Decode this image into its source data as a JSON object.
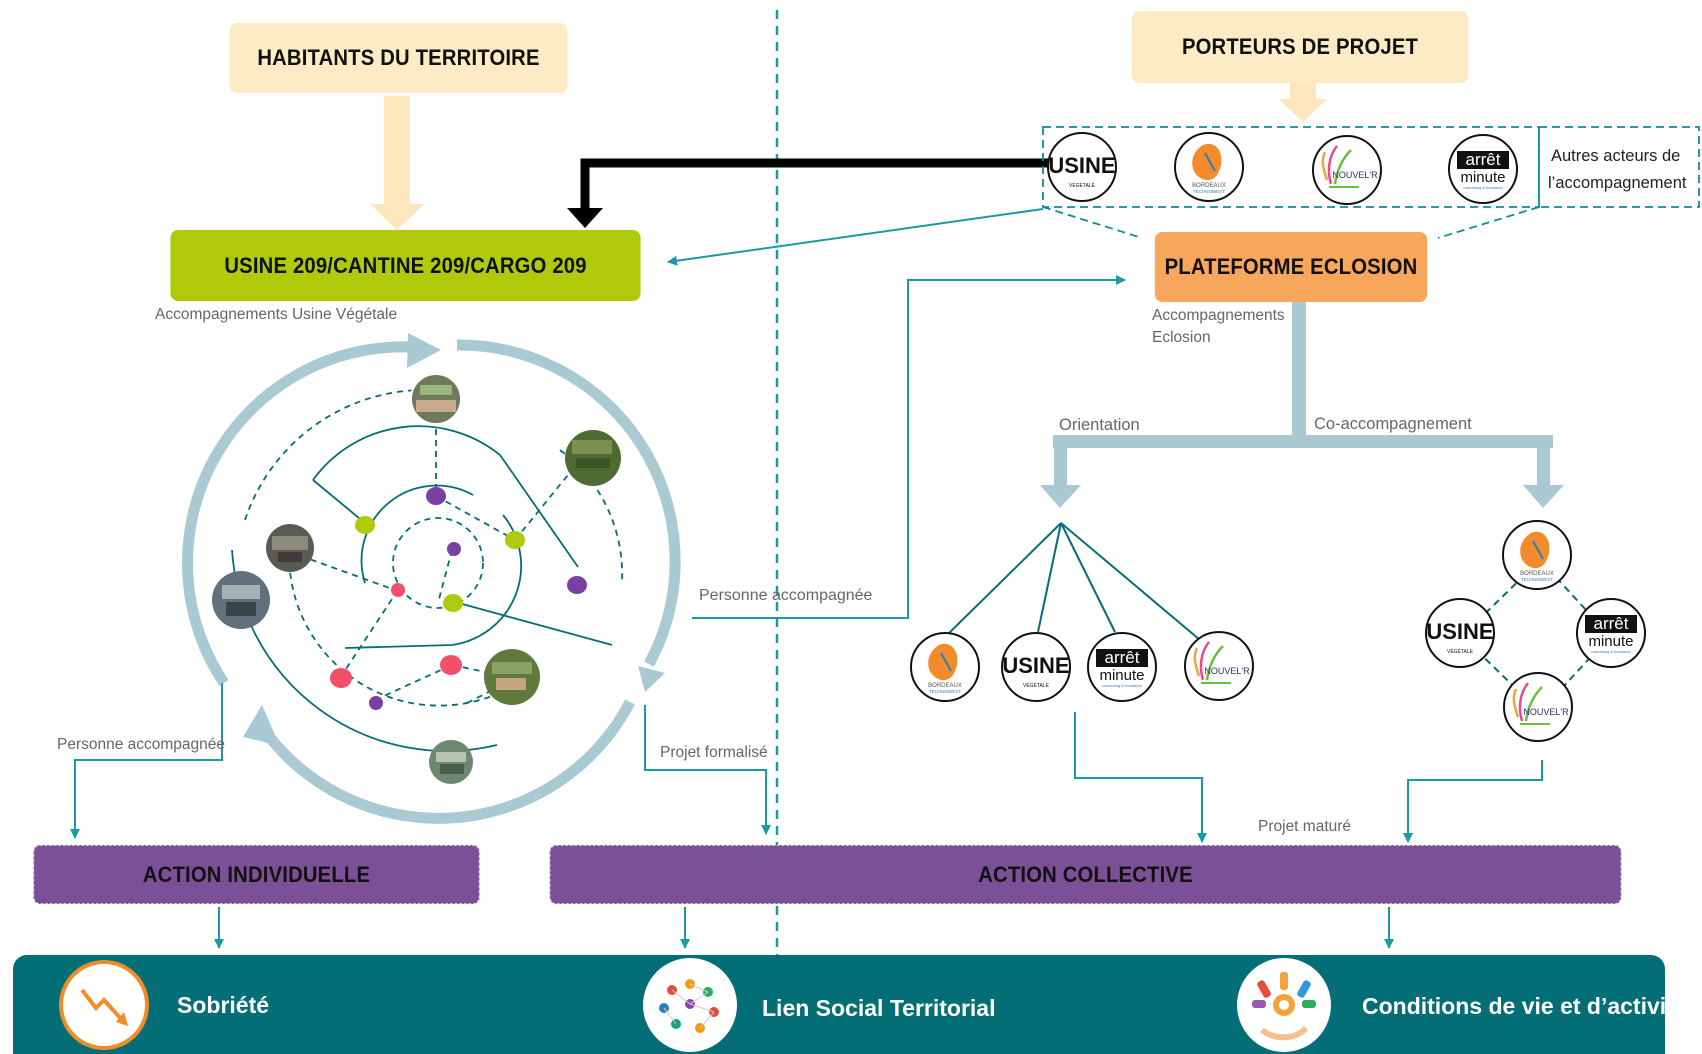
{
  "boxes": {
    "habitants": "HABITANTS DU TERRITOIRE",
    "porteurs": "PORTEURS DE PROJET",
    "usine209": "USINE 209/CANTINE 209/CARGO 209",
    "plateforme": "PLATEFORME ECLOSION",
    "action_individuelle": "ACTION INDIVIDUELLE",
    "action_collective": "ACTION COLLECTIVE"
  },
  "labels": {
    "accompagnements_usine": "Accompagnements Usine Végétale",
    "accompagnements_eclosion_1": "Accompagnements",
    "accompagnements_eclosion_2": "Eclosion",
    "autres_acteurs_1": "Autres acteurs de",
    "autres_acteurs_2": "l’accompagnement",
    "orientation": "Orientation",
    "co_accompagnement": "Co-accompagnement",
    "personne_accompagnee_center": "Personne accompagnée",
    "personne_accompagnee_left": "Personne accompagnée",
    "projet_formalise": "Projet formalisé",
    "projet_mature": "Projet maturé"
  },
  "outcomes": {
    "sobriete": "Sobriété",
    "lien_social": "Lien Social Territorial",
    "conditions": "Conditions de vie et d’activité"
  },
  "logos": {
    "usine_1": "USINE",
    "usine_2": "VÉGÉTALE",
    "bordeaux_1": "BORDEAUX",
    "bordeaux_2": "TECHNOWEST",
    "nouvelr": "NOUVEL'R",
    "arret_1": "arrêt",
    "arret_2": "minute",
    "arret_3": "coworking & formation"
  },
  "colors": {
    "cream": "#FDEBC6",
    "cream_arrow": "#FCE6BC",
    "green": "#AFCA0B",
    "orange": "#F7A65C",
    "purple": "#7B5096",
    "teal_band": "#046E77",
    "teal_line": "#1A9AA2",
    "light_steel": "#A9C9D3",
    "dashed": "#0F8C95"
  }
}
